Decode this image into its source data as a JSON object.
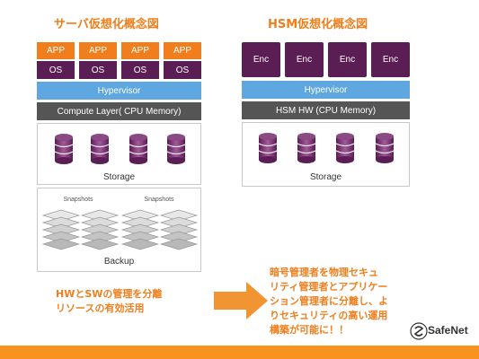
{
  "server_diagram": {
    "title": "サーバ仮想化概念図",
    "app_labels": [
      "APP",
      "APP",
      "APP",
      "APP"
    ],
    "os_labels": [
      "OS",
      "OS",
      "OS",
      "OS"
    ],
    "hypervisor": "Hypervisor",
    "compute_layer": "Compute Layer( CPU Memory)",
    "storage": "Storage",
    "snapshots_labels": [
      "Snapshots",
      "Snapshots"
    ],
    "backup": "Backup"
  },
  "hsm_diagram": {
    "title": "HSM仮想化概念図",
    "enc_labels": [
      "Enc",
      "Enc",
      "Enc",
      "Enc"
    ],
    "hypervisor": "Hypervisor",
    "hw_layer": "HSM HW (CPU Memory)",
    "storage": "Storage"
  },
  "messages": {
    "left_line1": "HWとSWの管理を分離",
    "left_line2": "リソースの有効活用",
    "right_lines": [
      "暗号管理者を物理セキュ",
      "リティ管理者とアプリケー",
      "ション管理者に分離し、よ",
      "りセキュリティの高い運用",
      "構築が可能に！！"
    ]
  },
  "logo": {
    "text": "SafeNet"
  },
  "colors": {
    "orange": "#f07e1c",
    "purple": "#5a1d54",
    "hypervisor_blue": "#5ea7e0",
    "dark_gray": "#555555",
    "bottom_bar": "#f7931e"
  }
}
